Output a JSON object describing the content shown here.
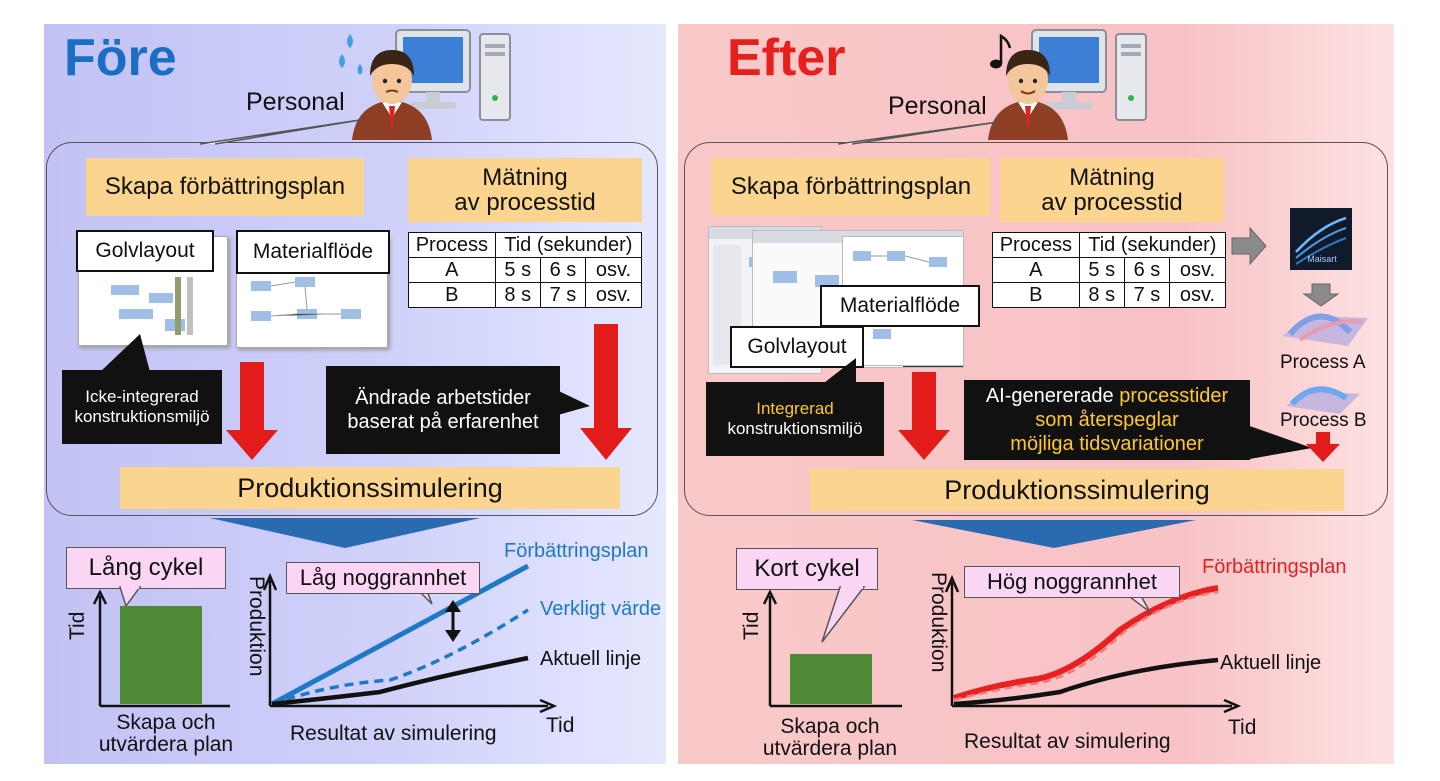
{
  "before": {
    "title": "Före",
    "personal": "Personal",
    "create_plan": "Skapa förbättringsplan",
    "measure": [
      "Mätning",
      "av processtid"
    ],
    "floor_layout": "Golvlayout",
    "material_flow": "Materialflöde",
    "table": {
      "headers": [
        "Process",
        "Tid (sekunder)"
      ],
      "rows": [
        [
          "A",
          "5 s",
          "6 s",
          "osv."
        ],
        [
          "B",
          "8 s",
          "7 s",
          "osv."
        ]
      ]
    },
    "callout_left": [
      "Icke-integrerad",
      "konstruktionsmiljö"
    ],
    "callout_right": [
      "Ändrade arbetstider",
      "baserat på erfarenhet"
    ],
    "simulation": "Produktionssimulering",
    "cycle": "Lång cykel",
    "time_axis": "Tid",
    "create_eval": [
      "Skapa och",
      "utvärdera plan"
    ],
    "accuracy": "Låg noggrannhet",
    "production_axis": "Produktion",
    "result": "Resultat av simulering",
    "time_x": "Tid",
    "plan_line": "Förbättringsplan",
    "actual_value": "Verkligt värde",
    "current_line": "Aktuell linje"
  },
  "after": {
    "title": "Efter",
    "personal": "Personal",
    "create_plan": "Skapa förbättringsplan",
    "measure": [
      "Mätning",
      "av processtid"
    ],
    "floor_layout": "Golvlayout",
    "material_flow": "Materialflöde",
    "table": {
      "headers": [
        "Process",
        "Tid (sekunder)"
      ],
      "rows": [
        [
          "A",
          "5 s",
          "6 s",
          "osv."
        ],
        [
          "B",
          "8 s",
          "7 s",
          "osv."
        ]
      ]
    },
    "logo_text": "Maisart",
    "process_a": "Process A",
    "process_b": "Process B",
    "callout_left": [
      "Integrerad",
      "konstruktionsmiljö"
    ],
    "callout_right": {
      "line1_plain": "AI-genererade ",
      "line1_hl": "processtider",
      "line2": "som återspeglar",
      "line3": "möjliga tidsvariationer"
    },
    "simulation": "Produktionssimulering",
    "cycle": "Kort cykel",
    "time_axis": "Tid",
    "create_eval": [
      "Skapa och",
      "utvärdera plan"
    ],
    "accuracy": "Hög noggrannhet",
    "production_axis": "Produktion",
    "result": "Resultat av simulering",
    "time_x": "Tid",
    "plan_line": "Förbättringsplan",
    "current_line": "Aktuell linje"
  },
  "colors": {
    "before_title": "#1a6fc4",
    "after_title": "#e8201d",
    "plan_blue": "#1f78c4",
    "plan_red": "#e82020",
    "bar_green": "#4e8a36",
    "arrow_red": "#e31b1b",
    "arrow_blue": "#2a6ab0"
  }
}
